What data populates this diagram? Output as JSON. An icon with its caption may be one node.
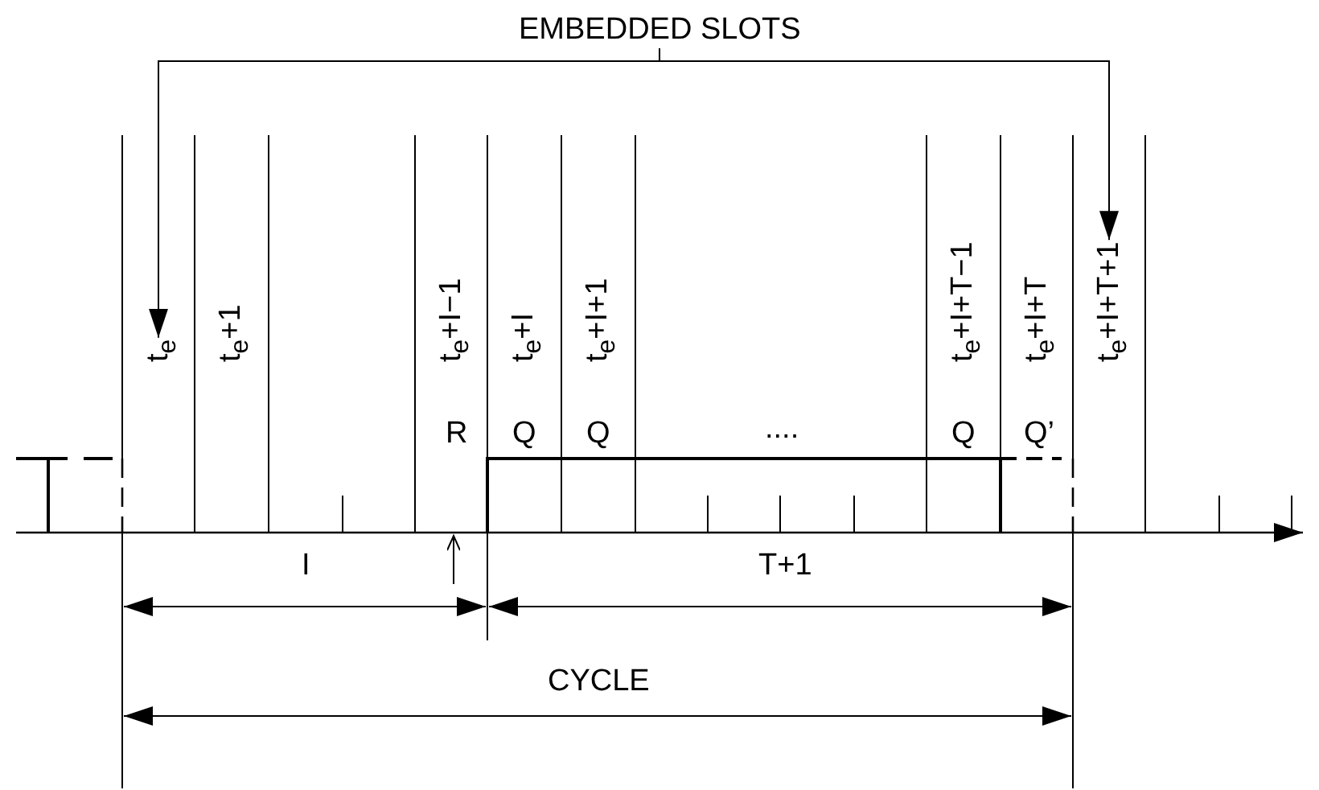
{
  "diagram": {
    "nodes": [
      {
        "text": [
          "EMBEDDED SLOTS"
        ]
      },
      {
        "text": [
          "t$_{e}$"
        ]
      },
      {
        "text": [
          "t$_{e}$+I+T+1"
        ]
      }
    ],
    "edges": [
      {
        "from": 0,
        "to": 1,
        "arrow": "to"
      },
      {
        "from": 0,
        "to": 2,
        "arrow": "to"
      }
    ],
    "labels": [
      "t$_{e}$+1",
      "t$_{e}$+I−1",
      "t$_{e}$+I",
      "t$_{e}$+I+1",
      "t$_{e}$+I+T−1",
      "t$_{e}$+I+T",
      "R",
      "Q",
      "Q",
      "....",
      "Q",
      "Q’",
      "I",
      "T+1",
      "CYCLE"
    ]
  }
}
